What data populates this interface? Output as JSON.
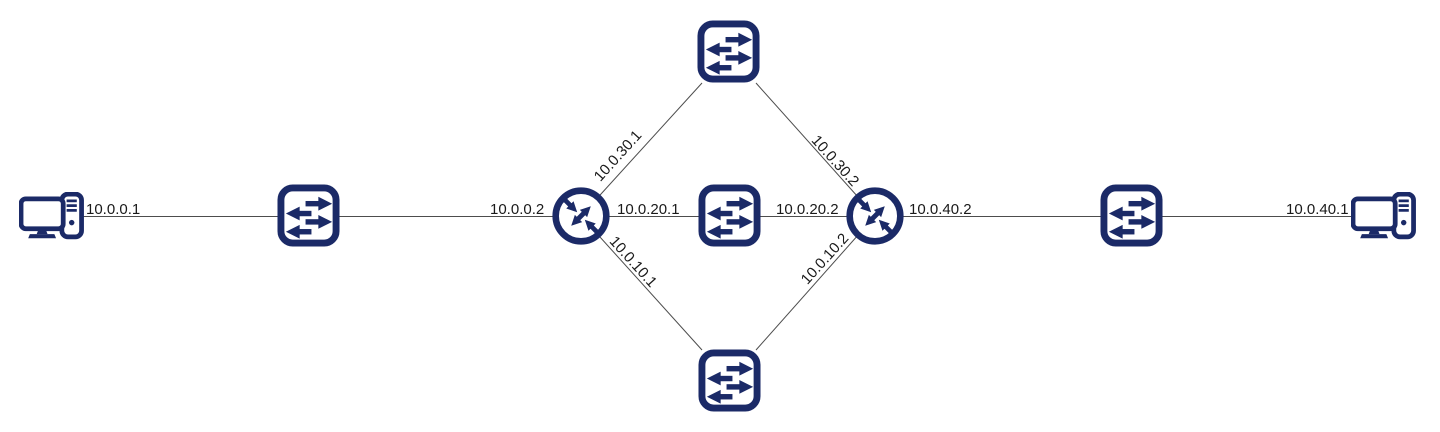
{
  "diagram_type": "network-topology",
  "colors": {
    "icon_navy": "#1b2a67",
    "line": "#4d4d4d",
    "label_text": "#1a1a1a",
    "background": "#ffffff"
  },
  "nodes": [
    {
      "name": "pc-left",
      "type": "pc"
    },
    {
      "name": "switch-access-left",
      "type": "switch"
    },
    {
      "name": "router-left",
      "type": "router"
    },
    {
      "name": "switch-top-path",
      "type": "switch"
    },
    {
      "name": "switch-middle-path",
      "type": "switch"
    },
    {
      "name": "switch-bottom-path",
      "type": "switch"
    },
    {
      "name": "router-right",
      "type": "router"
    },
    {
      "name": "switch-access-right",
      "type": "switch"
    },
    {
      "name": "pc-right",
      "type": "pc"
    }
  ],
  "links": [
    {
      "endpoints": [
        "pc-left",
        "switch-access-left"
      ],
      "labels": [
        "10.0.0.1"
      ]
    },
    {
      "endpoints": [
        "switch-access-left",
        "router-left"
      ],
      "labels": [
        "10.0.0.2"
      ]
    },
    {
      "endpoints": [
        "router-left",
        "switch-top-path"
      ],
      "labels": [
        "10.0.30.1"
      ]
    },
    {
      "endpoints": [
        "switch-top-path",
        "router-right"
      ],
      "labels": [
        "10.0.30.2"
      ]
    },
    {
      "endpoints": [
        "router-left",
        "switch-middle-path"
      ],
      "labels": [
        "10.0.20.1"
      ]
    },
    {
      "endpoints": [
        "switch-middle-path",
        "router-right"
      ],
      "labels": [
        "10.0.20.2"
      ]
    },
    {
      "endpoints": [
        "router-left",
        "switch-bottom-path"
      ],
      "labels": [
        "10.0.10.1"
      ]
    },
    {
      "endpoints": [
        "switch-bottom-path",
        "router-right"
      ],
      "labels": [
        "10.0.10.2"
      ]
    },
    {
      "endpoints": [
        "router-right",
        "switch-access-right"
      ],
      "labels": [
        "10.0.40.2"
      ]
    },
    {
      "endpoints": [
        "switch-access-right",
        "pc-right"
      ],
      "labels": [
        "10.0.40.1"
      ]
    }
  ]
}
